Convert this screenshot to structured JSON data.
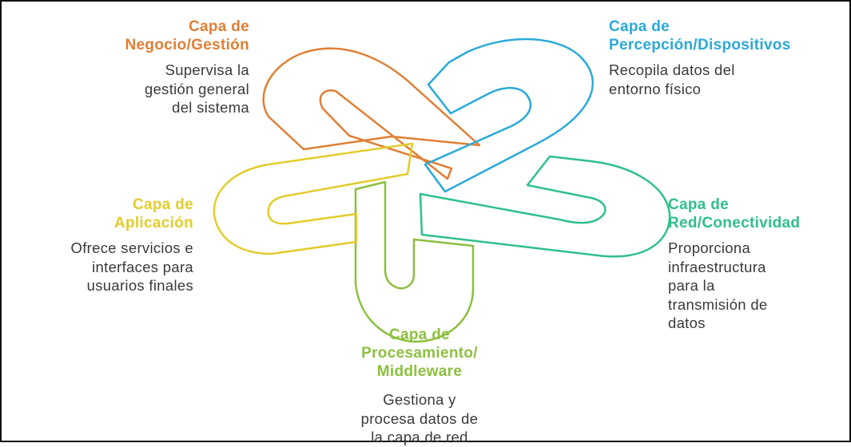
{
  "colors": {
    "negocio": "#e07f35",
    "percepcion": "#2aa9d8",
    "red": "#2fc08a",
    "procesamiento": "#8cbf3f",
    "aplicacion": "#e3cc2c",
    "description": "#3a3a3a"
  },
  "layers": {
    "negocio": {
      "title": [
        "Capa de",
        "Negocio/Gestión"
      ],
      "description": [
        "Supervisa la",
        "gestión general",
        "del sistema"
      ]
    },
    "percepcion": {
      "title": [
        "Capa de",
        "Percepción/Dispositivos"
      ],
      "description": [
        "Recopila datos del",
        "entorno físico"
      ]
    },
    "aplicacion": {
      "title": [
        "Capa de",
        "Aplicación"
      ],
      "description": [
        "Ofrece servicios e",
        "interfaces para",
        "usuarios finales"
      ]
    },
    "red": {
      "title": [
        "Capa de",
        "Red/Conectividad"
      ],
      "description": [
        "Proporciona",
        "infraestructura",
        "para la",
        "transmisión de",
        "datos"
      ]
    },
    "procesamiento": {
      "title": [
        "Capa de",
        "Procesamiento/",
        "Middleware"
      ],
      "description": [
        "Gestiona y",
        "procesa datos de",
        "la capa de red"
      ]
    }
  }
}
